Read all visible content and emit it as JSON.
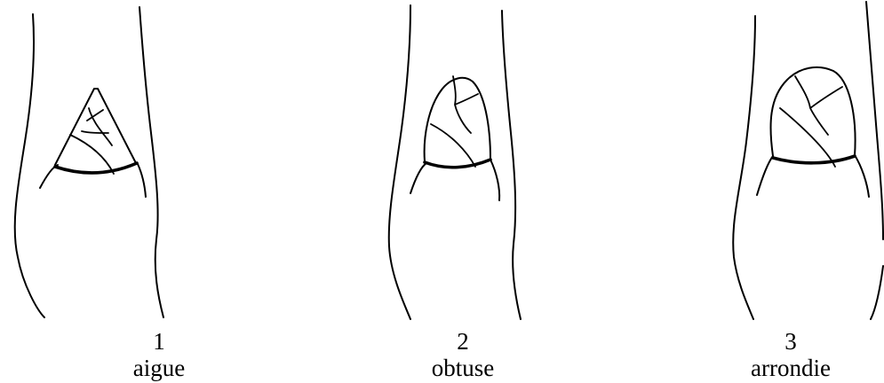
{
  "figures": [
    {
      "number": "1",
      "name": "aigue"
    },
    {
      "number": "2",
      "name": "obtuse"
    },
    {
      "number": "3",
      "name": "arrondie"
    }
  ]
}
